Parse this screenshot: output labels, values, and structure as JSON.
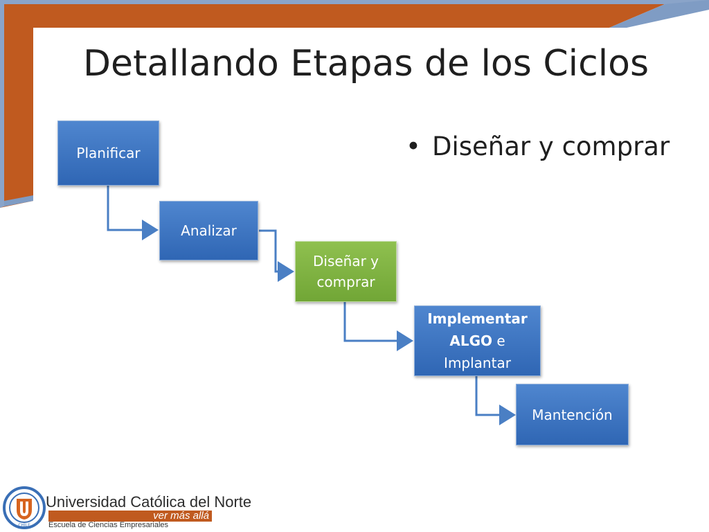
{
  "slide": {
    "title": "Detallando Etapas de los Ciclos",
    "bullet": "Diseñar y comprar"
  },
  "diagram": {
    "steps": [
      {
        "label": "Planificar"
      },
      {
        "label": "Analizar"
      },
      {
        "label_line1": "Diseñar y",
        "label_line2": "comprar"
      },
      {
        "bold1": "Implementar",
        "bold2": "ALGO",
        "text2": " e",
        "line3": "Implantar"
      },
      {
        "label": "Mantención"
      }
    ]
  },
  "footer": {
    "university": "Universidad Católica del Norte",
    "tagline": "ver más allá",
    "school": "Escuela de Ciencias Empresariales",
    "seal_country": "CHILE",
    "seal_letters": "UN"
  },
  "colors": {
    "accent_orange": "#c05a1f",
    "frame_blue": "#7f9cc4",
    "box_blue": "#3a72be",
    "box_green": "#7cb342",
    "connector": "#4a7fc4"
  }
}
